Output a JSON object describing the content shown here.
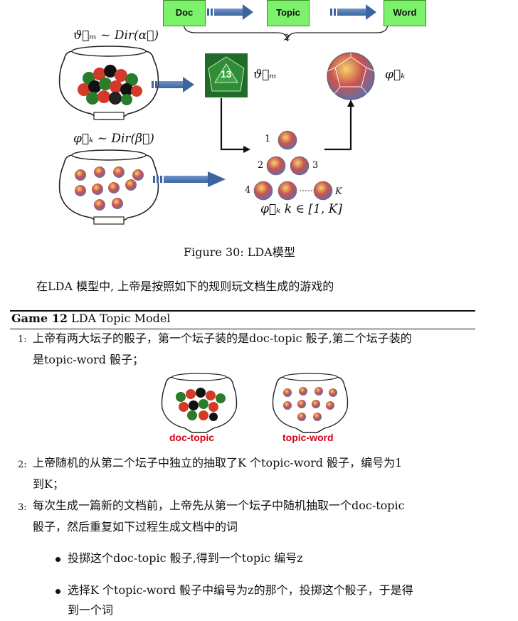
{
  "diagram": {
    "box_doc": "Doc",
    "box_topic": "Topic",
    "box_word": "Word",
    "z_label": "z",
    "theta_prior": "ϑ⃗ₘ ~ Dir(α⃗)",
    "phi_prior": "φ⃗ₖ ~ Dir(β⃗)",
    "theta_label": "ϑ⃗ₘ",
    "phi_label": "φ⃗ₖ",
    "dice_numbers": [
      "1",
      "2",
      "3",
      "4",
      "K"
    ],
    "k_range": "φ⃗ₖ  k ∈ [1, K]",
    "die_face": "13"
  },
  "figure_caption": "Figure 30: LDA模型",
  "intro": "在LDA 模型中, 上帝是按照如下的规则玩文档生成的游戏的",
  "game": {
    "title_bold": "Game 12",
    "title_rest": " LDA Topic Model",
    "steps": [
      {
        "num": "1:",
        "line1": "上帝有两大坛子的骰子，第一个坛子装的是doc-topic 骰子,第二个坛子装的",
        "line2": "是topic-word 骰子；"
      },
      {
        "num": "2:",
        "line1": "上帝随机的从第二个坛子中独立的抽取了K 个topic-word 骰子，编号为1",
        "line2": "到K；"
      },
      {
        "num": "3:",
        "line1": "每次生成一篇新的文档前，上帝先从第一个坛子中随机抽取一个doc-topic",
        "line2": "骰子，然后重复如下过程生成文档中的词"
      }
    ],
    "jar_labels": [
      "doc-topic",
      "topic-word"
    ],
    "bullets": [
      {
        "line1": "投掷这个doc-topic 骰子,得到一个topic 编号z"
      },
      {
        "line1": "选择K 个topic-word 骰子中编号为z的那个，投掷这个骰子，于是得",
        "line2": "到一个词"
      }
    ]
  }
}
